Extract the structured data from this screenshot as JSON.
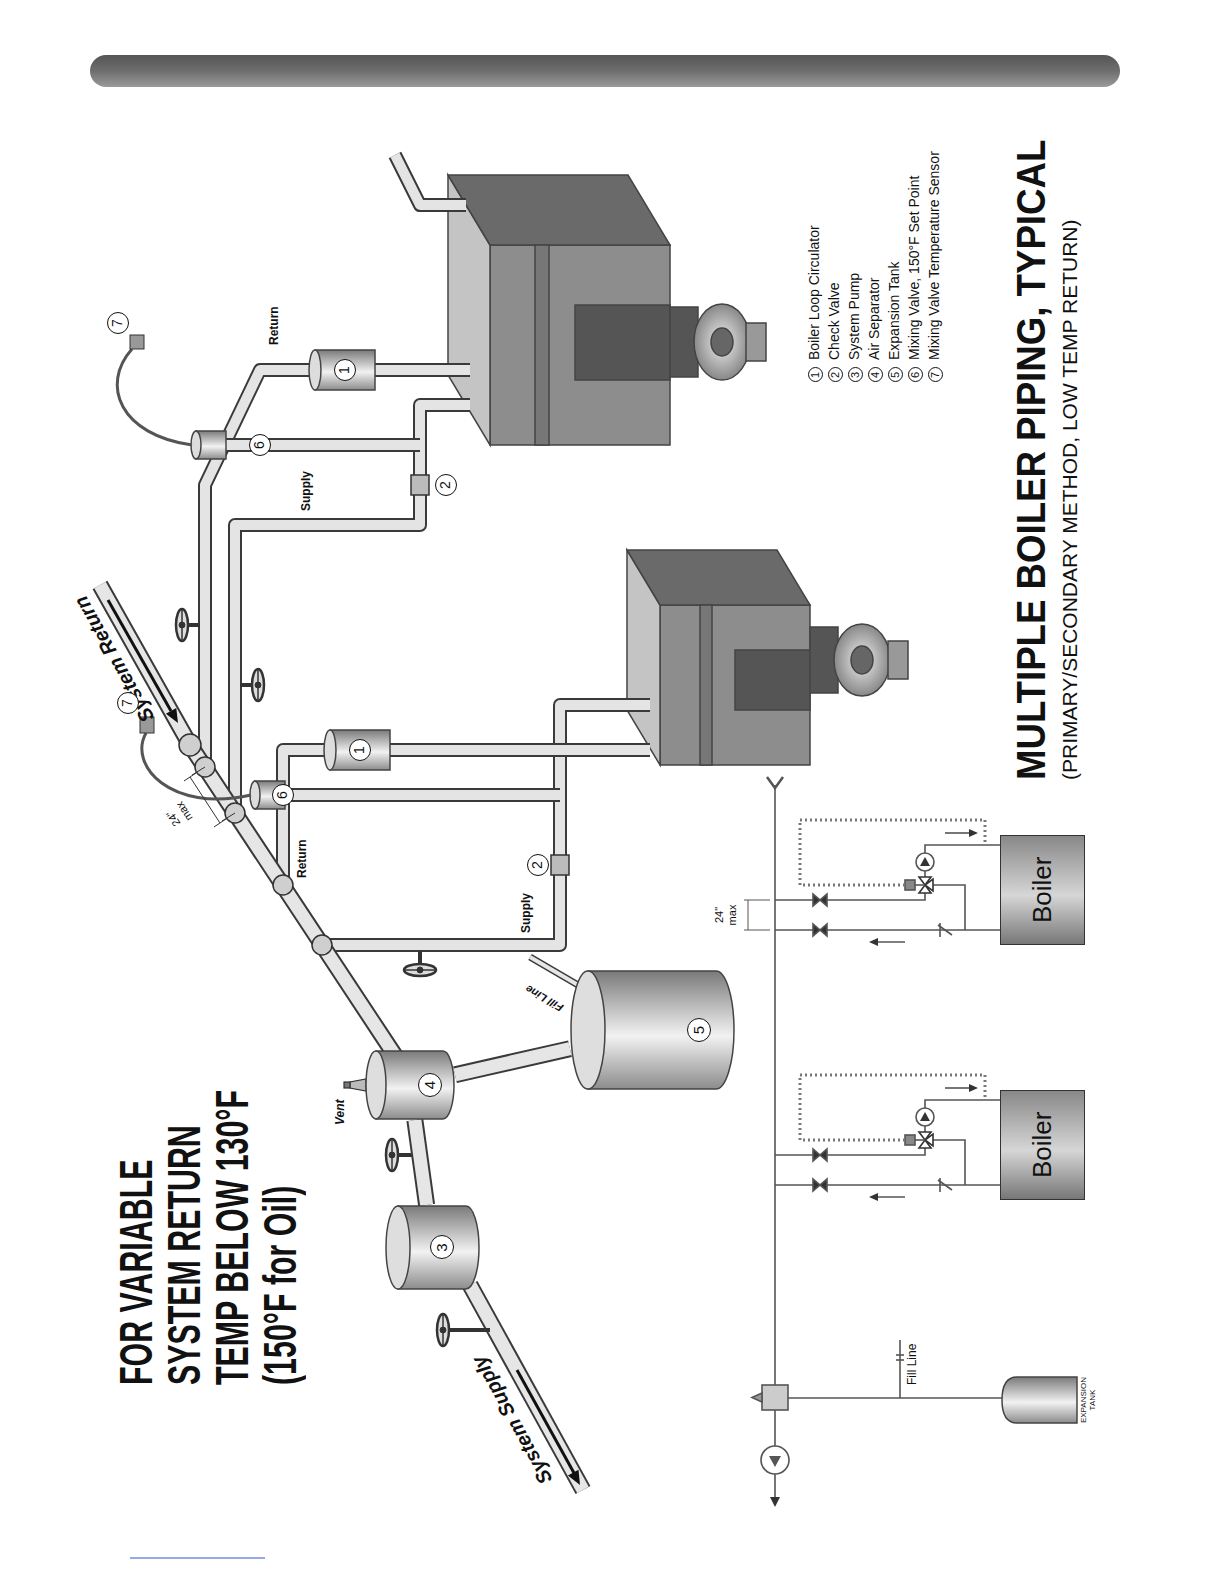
{
  "diagram": {
    "title": "FOR VARIABLE SYSTEM RETURN TEMP BELOW 130°F (150°F for Oil)",
    "caption": "MULTIPLE BOILER PIPING, TYPICAL",
    "nodes": [
      {
        "text": [
          "3"
        ]
      },
      {
        "text": [
          "4"
        ]
      },
      {
        "text": [
          "5"
        ]
      },
      {
        "text": [
          "Boiler"
        ]
      },
      {
        "text": [
          "Boiler"
        ]
      },
      {
        "text": [
          "EXPANSION TANK"
        ]
      }
    ],
    "edges": [
      {
        "from": 0,
        "to": 1,
        "arrow": "none"
      },
      {
        "from": 1,
        "to": 2,
        "arrow": "none"
      }
    ],
    "labels": [
      "System Supply",
      "Vent",
      "Fill Line",
      "24\" max",
      "System Return",
      "Return",
      "Supply",
      "1",
      "6",
      "7",
      "2",
      "Return",
      "Supply",
      "1",
      "6",
      "7",
      "2",
      "Fill Line",
      "24\" max",
      "1",
      "2",
      "3",
      "4",
      "5",
      "6",
      "7",
      "(PRIMARY/SECONDARY METHOD, LOW TEMP RETURN)"
    ],
    "legend": [
      {
        "text": "Boiler Loop Circulator"
      },
      {
        "text": "Check Valve"
      },
      {
        "text": "System Pump"
      },
      {
        "text": "Air Separator"
      },
      {
        "text": "Expansion Tank"
      },
      {
        "text": "Mixing Valve, 150°F Set Point"
      },
      {
        "text": "Mixing Valve Temperature Sensor"
      }
    ]
  }
}
